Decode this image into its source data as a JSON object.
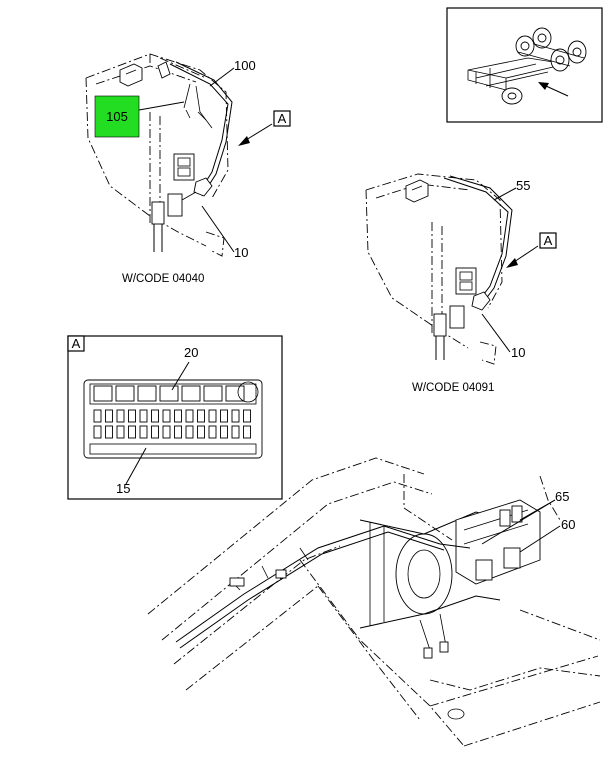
{
  "callouts": {
    "c100": "100",
    "c105": "105",
    "c10_top": "10",
    "c55": "55",
    "c10_mid": "10",
    "c20": "20",
    "c15": "15",
    "c65": "65",
    "c60": "60"
  },
  "view_refs": {
    "a_top": "A",
    "a_mid": "A",
    "a_detail": "A"
  },
  "captions": {
    "wcode_04040": "W/CODE 04040",
    "wcode_04091": "W/CODE 04091"
  },
  "colors": {
    "highlight": "#22dd22",
    "line": "#000000",
    "background": "#ffffff"
  }
}
